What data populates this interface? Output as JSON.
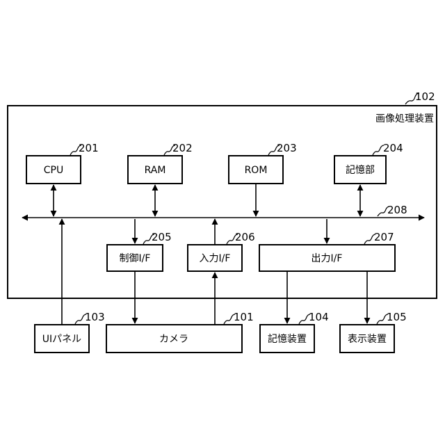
{
  "device": {
    "ref": "102",
    "label": "画像処理装置"
  },
  "internal_blocks": {
    "cpu": {
      "ref": "201",
      "label": "CPU"
    },
    "ram": {
      "ref": "202",
      "label": "RAM"
    },
    "rom": {
      "ref": "203",
      "label": "ROM"
    },
    "storage": {
      "ref": "204",
      "label": "記憶部"
    },
    "control_if": {
      "ref": "205",
      "label": "制御I/F"
    },
    "input_if": {
      "ref": "206",
      "label": "入力I/F"
    },
    "output_if": {
      "ref": "207",
      "label": "出力I/F"
    }
  },
  "bus": {
    "ref": "208"
  },
  "external_blocks": {
    "ui_panel": {
      "ref": "103",
      "label": "UIパネル"
    },
    "camera": {
      "ref": "101",
      "label": "カメラ"
    },
    "storage_device": {
      "ref": "104",
      "label": "記憶装置"
    },
    "display_device": {
      "ref": "105",
      "label": "表示装置"
    }
  }
}
